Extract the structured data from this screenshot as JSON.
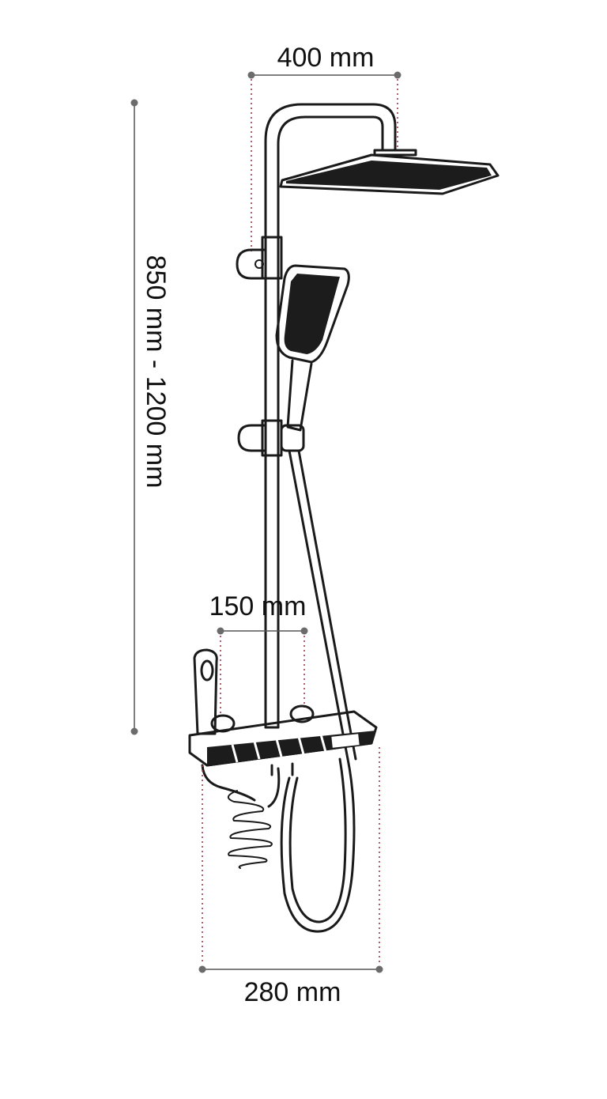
{
  "dimensions": {
    "top_width": "400 mm",
    "height_range": "850 mm - 1200 mm",
    "valve_spacing": "150 mm",
    "bottom_width": "280 mm"
  },
  "colors": {
    "line": "#1a1a1a",
    "dimension_dash": "#9c3a48",
    "dimension_dot": "#6b6b6b",
    "background": "#ffffff"
  }
}
